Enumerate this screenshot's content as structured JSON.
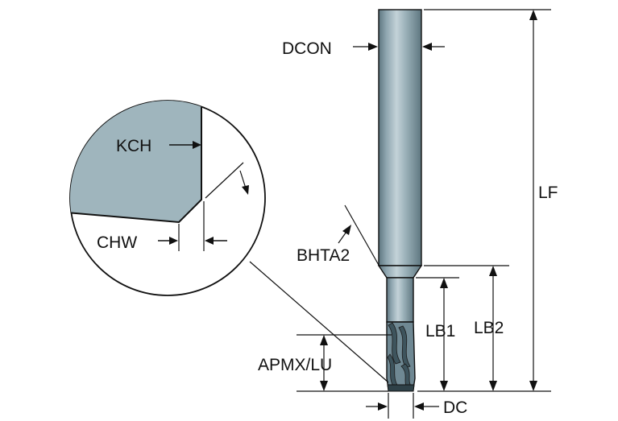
{
  "labels": {
    "dcon": "DCON",
    "lf": "LF",
    "kch": "KCH",
    "chw": "CHW",
    "bhta2": "BHTA2",
    "lb1": "LB1",
    "lb2": "LB2",
    "apmx_lu": "APMX/LU",
    "dc": "DC"
  },
  "colors": {
    "tool_body": "#8fa6b0",
    "tool_highlight": "#c3d2d8",
    "tool_shadow": "#5e7680",
    "detail_fill": "#9fb5bd",
    "line": "#111111",
    "background": "#ffffff"
  }
}
